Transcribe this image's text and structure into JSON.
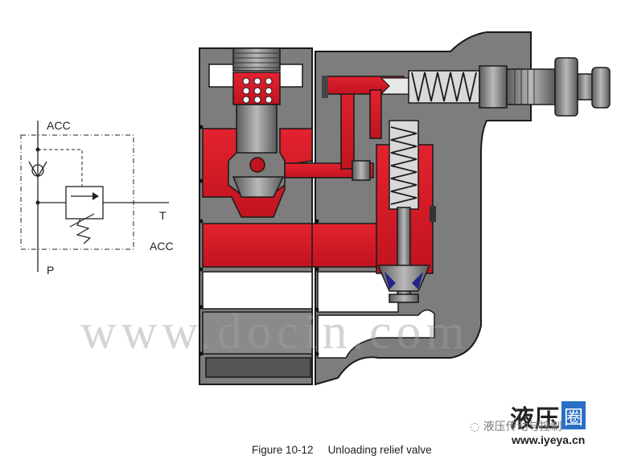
{
  "figure": {
    "number": "Figure 10-12",
    "title": "Unloading relief valve"
  },
  "symbol": {
    "label_acc_top": "ACC",
    "label_acc_bottom": "ACC",
    "label_t": "T",
    "label_p": "P"
  },
  "watermark": {
    "text": "www.docin.com"
  },
  "brand": {
    "main": "液压",
    "box": "圈",
    "sub": "液压传动与控制",
    "url": "www.iyeya.cn"
  },
  "colors": {
    "body_gray": "#7d7d7d",
    "pressure_red": "#d81e2a",
    "line_black": "#1a1a1a"
  }
}
